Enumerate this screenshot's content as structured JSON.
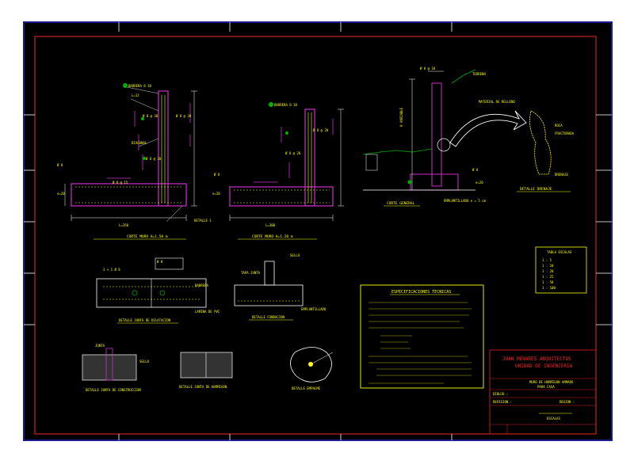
{
  "title_block": {
    "office": "JUAN MENARES ARQUITECTOS",
    "unit": "UNIDAD DE INGENIERIA",
    "project_l1": "MURO DE HORMIGON ARMADO",
    "project_l2": "PARA CASA",
    "field_drawing": "DIBUJO :",
    "field_review": "REVISION :",
    "field_region": "REGION :",
    "date_label": "ESCALAS"
  },
  "legend": {
    "title": "TABLA ESCALAS",
    "rows": [
      "1 : 5",
      "1 : 10",
      "1 : 20",
      "1 : 25",
      "1 : 50",
      "1 : 100"
    ]
  },
  "specs_title": "ESPECIFICACIONES TECNICAS",
  "colors": {
    "paper": "#ffffff",
    "frame": "#1a1a8c",
    "inner_frame": "#cc2020",
    "wall": "#cc2fcc",
    "label": "#ffff00",
    "dim": "#ffffff",
    "accent": "#00b000"
  }
}
